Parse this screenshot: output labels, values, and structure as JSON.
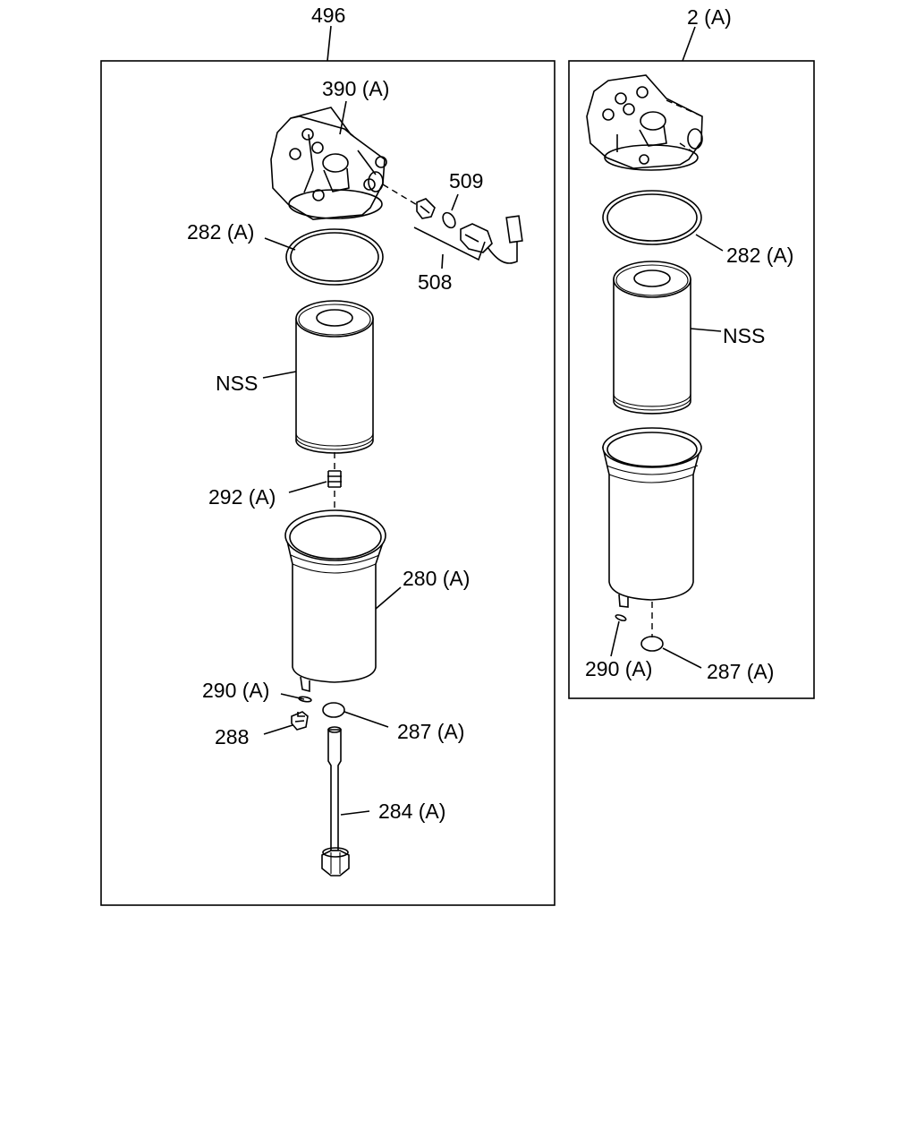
{
  "callouts": {
    "assembly_left": "496",
    "assembly_right": "2 (A)",
    "left": {
      "head": "390 (A)",
      "gasket": "282 (A)",
      "sensor_oring": "509",
      "sensor": "508",
      "element": "NSS",
      "spring": "292 (A)",
      "bowl": "280 (A)",
      "drain_oring": "290 (A)",
      "drain_plug": "288",
      "bowl_oring": "287 (A)",
      "bolt": "284 (A)"
    },
    "right": {
      "gasket": "282 (A)",
      "element": "NSS",
      "drain_oring": "290 (A)",
      "bowl_oring": "287 (A)"
    }
  }
}
